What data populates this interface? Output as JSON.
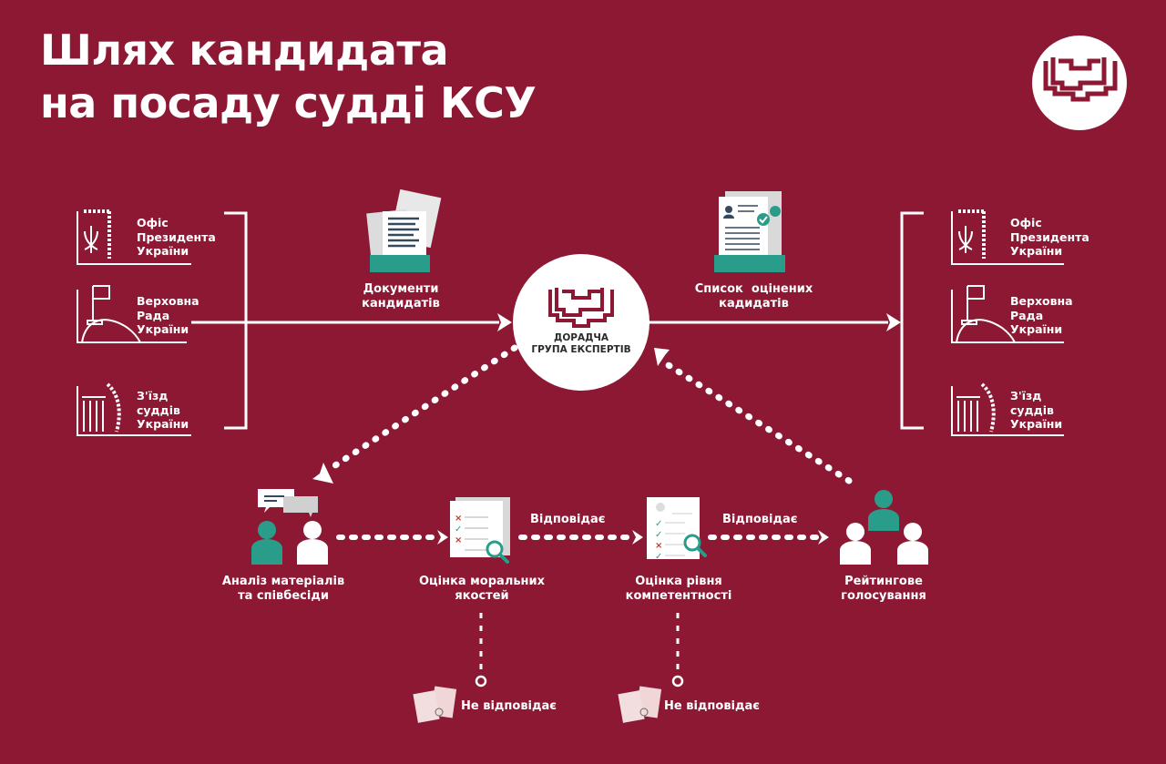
{
  "title": {
    "line1": "Шлях кандидата",
    "line2": "на посаду судді КСУ"
  },
  "logo": {
    "icon": "book-logo-icon"
  },
  "colors": {
    "background": "#8c1834",
    "accent_teal": "#2a9d8a",
    "white": "#ffffff",
    "doc_gray": "#e6e6e6",
    "text_dark": "#2a2a2a"
  },
  "left_institutions": [
    {
      "icon": "trident-rope-icon",
      "lines": [
        "Офіс",
        "Президента",
        "України"
      ]
    },
    {
      "icon": "parliament-dome-icon",
      "lines": [
        "Верховна",
        "Рада",
        "України"
      ]
    },
    {
      "icon": "column-wheat-icon",
      "lines": [
        "З'їзд",
        "суддів",
        "України"
      ]
    }
  ],
  "right_institutions": [
    {
      "icon": "trident-rope-icon",
      "lines": [
        "Офіс",
        "Президента",
        "України"
      ]
    },
    {
      "icon": "parliament-dome-icon",
      "lines": [
        "Верховна",
        "Рада",
        "України"
      ]
    },
    {
      "icon": "column-wheat-icon",
      "lines": [
        "З'їзд",
        "суддів",
        "України"
      ]
    }
  ],
  "documents": {
    "icon": "documents-tray-icon",
    "line1": "Документи",
    "line2": "кандидатів"
  },
  "evaluated_list": {
    "icon": "approved-list-icon",
    "line1": "Список  оцінених",
    "line2": "кадидатів"
  },
  "hub": {
    "icon": "book-logo-icon",
    "line1": "ДОРАДЧА",
    "line2": "ГРУПА ЕКСПЕРТІВ"
  },
  "steps": [
    {
      "icon": "dialogue-people-icon",
      "line1": "Аналіз матеріалів",
      "line2": "та співбесіди"
    },
    {
      "icon": "moral-check-icon",
      "line1": "Оцінка моральних",
      "line2": "якостей"
    },
    {
      "icon": "competence-check-icon",
      "line1": "Оцінка рівня",
      "line2": "компетентності"
    },
    {
      "icon": "voting-people-icon",
      "line1": "Рейтингове",
      "line2": "голосування"
    }
  ],
  "connectors": {
    "fits_1": "Відповідає",
    "fits_2": "Відповідає",
    "not_fit_1": "Не відповідає",
    "not_fit_2": "Не відповідає"
  }
}
